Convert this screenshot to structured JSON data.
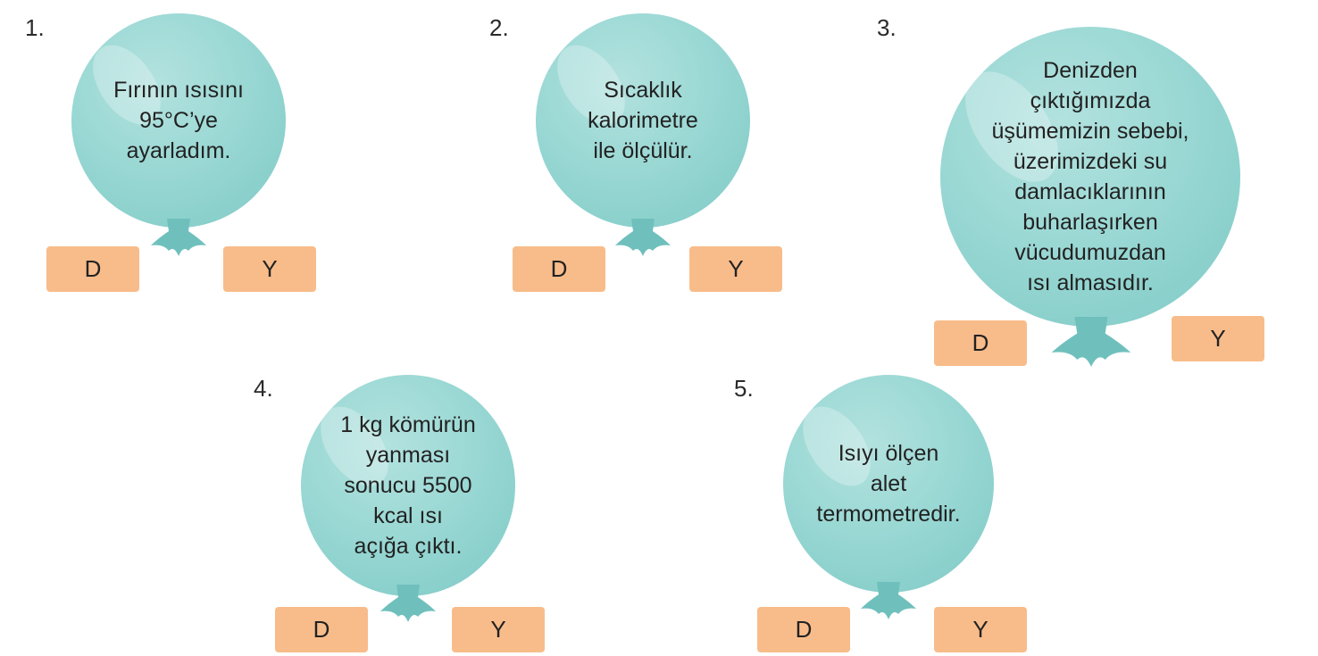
{
  "items": [
    {
      "number": "1.",
      "text": "Fırının ısısını\n95°C’ye\nayarladım.",
      "true_label": "D",
      "false_label": "Y"
    },
    {
      "number": "2.",
      "text": "Sıcaklık\nkalorimetre\nile ölçülür.",
      "true_label": "D",
      "false_label": "Y"
    },
    {
      "number": "3.",
      "text": "Denizden\nçıktığımızda\nüşümemizin sebebi,\nüzerimizdeki su\ndamlacıklarının\nbuharlaşırken\nvücudumuzdan\nısı almasıdır.",
      "true_label": "D",
      "false_label": "Y"
    },
    {
      "number": "4.",
      "text": "1 kg kömürün\nyanması\nsonucu 5500\nkcal ısı\naçığa çıktı.",
      "true_label": "D",
      "false_label": "Y"
    },
    {
      "number": "5.",
      "text": "Isıyı ölçen\nalet\ntermometredir.",
      "true_label": "D",
      "false_label": "Y"
    }
  ],
  "colors": {
    "balloon": "#9ad8d4",
    "knot": "#6fc0bd",
    "button": "#f8bc8a"
  }
}
